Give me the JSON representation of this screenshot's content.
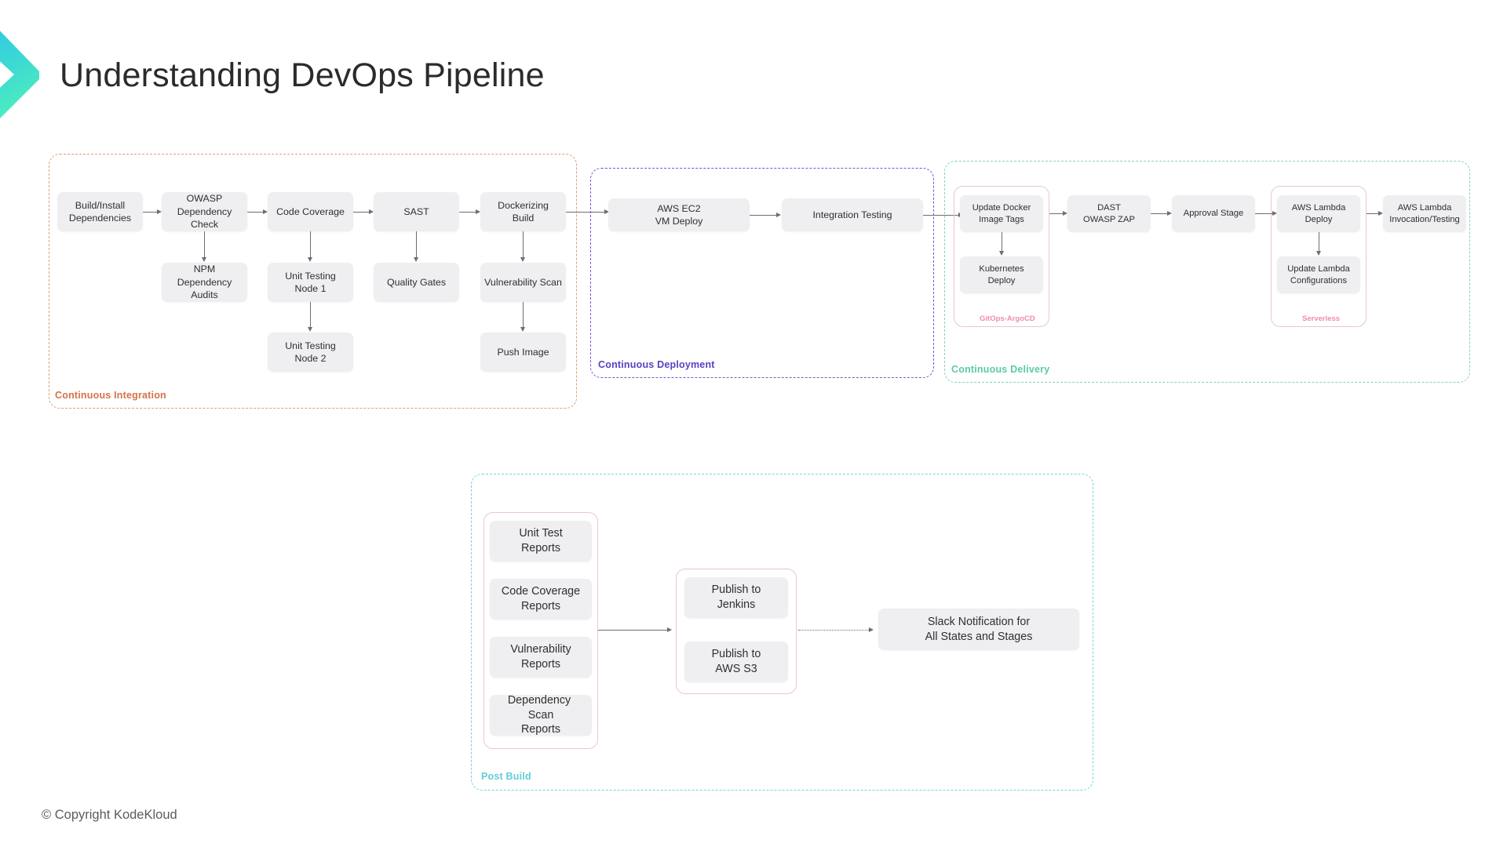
{
  "page": {
    "title": "Understanding DevOps Pipeline",
    "footer": "© Copyright KodeKloud",
    "logo_name": "kodekloud-chevron-logo"
  },
  "colors": {
    "ci_border": "#e09b7a",
    "ci_label": "#d4724a",
    "cd_deploy_border": "#6b5bd6",
    "cd_deploy_label": "#5b3fc4",
    "cd_delivery_border": "#7fd4b8",
    "cd_delivery_label": "#5cc9a7",
    "postbuild_border": "#6fd3dd",
    "postbuild_label": "#62cdd8",
    "subgroup_border": "#e9c6d4",
    "subgroup_label": "#f08ca8",
    "node_fill": "#efeef0",
    "node_text": "#2f2f33",
    "connector": "#6d6d72",
    "logo_from": "#2ec6e8",
    "logo_to": "#49e8c0"
  },
  "phases": {
    "continuous_integration": {
      "label": "Continuous Integration",
      "nodes": {
        "build_install": "Build/Install\nDependencies",
        "owasp_dep_check": "OWASP\nDependency Check",
        "npm_audits": "NPM Dependency\nAudits",
        "code_coverage": "Code Coverage",
        "unit_testing_node1": "Unit Testing\nNode 1",
        "unit_testing_node2": "Unit Testing\nNode 2",
        "sast": "SAST",
        "quality_gates": "Quality Gates",
        "dockerizing_build": "Dockerizing\nBuild",
        "vulnerability_scan": "Vulnerability Scan",
        "push_image": "Push Image"
      }
    },
    "continuous_deployment": {
      "label": "Continuous Deployment",
      "nodes": {
        "aws_ec2_vm_deploy": "AWS EC2\nVM Deploy",
        "integration_testing": "Integration Testing"
      }
    },
    "continuous_delivery": {
      "label": "Continuous Delivery",
      "nodes": {
        "update_docker_image_tags": "Update Docker\nImage Tags",
        "kubernetes_deploy": "Kubernetes\nDeploy",
        "dast_owasp_zap": "DAST\nOWASP ZAP",
        "approval_stage": "Approval Stage",
        "aws_lambda_deploy": "AWS Lambda\nDeploy",
        "update_lambda_configurations": "Update Lambda\nConfigurations",
        "aws_lambda_invocation_testing": "AWS Lambda\nInvocation/Testing"
      },
      "subgroups": {
        "gitops_argocd": "GitOps-ArgoCD",
        "serverless": "Serverless"
      }
    },
    "post_build": {
      "label": "Post Build",
      "nodes": {
        "unit_test_reports": "Unit Test\nReports",
        "code_coverage_reports": "Code Coverage\nReports",
        "vulnerability_reports": "Vulnerability\nReports",
        "dependency_scan_reports": "Dependency  Scan\nReports",
        "publish_to_jenkins": "Publish to\nJenkins",
        "publish_to_aws_s3": "Publish to\nAWS S3",
        "slack_notification": "Slack Notification for\nAll States and Stages"
      }
    }
  }
}
